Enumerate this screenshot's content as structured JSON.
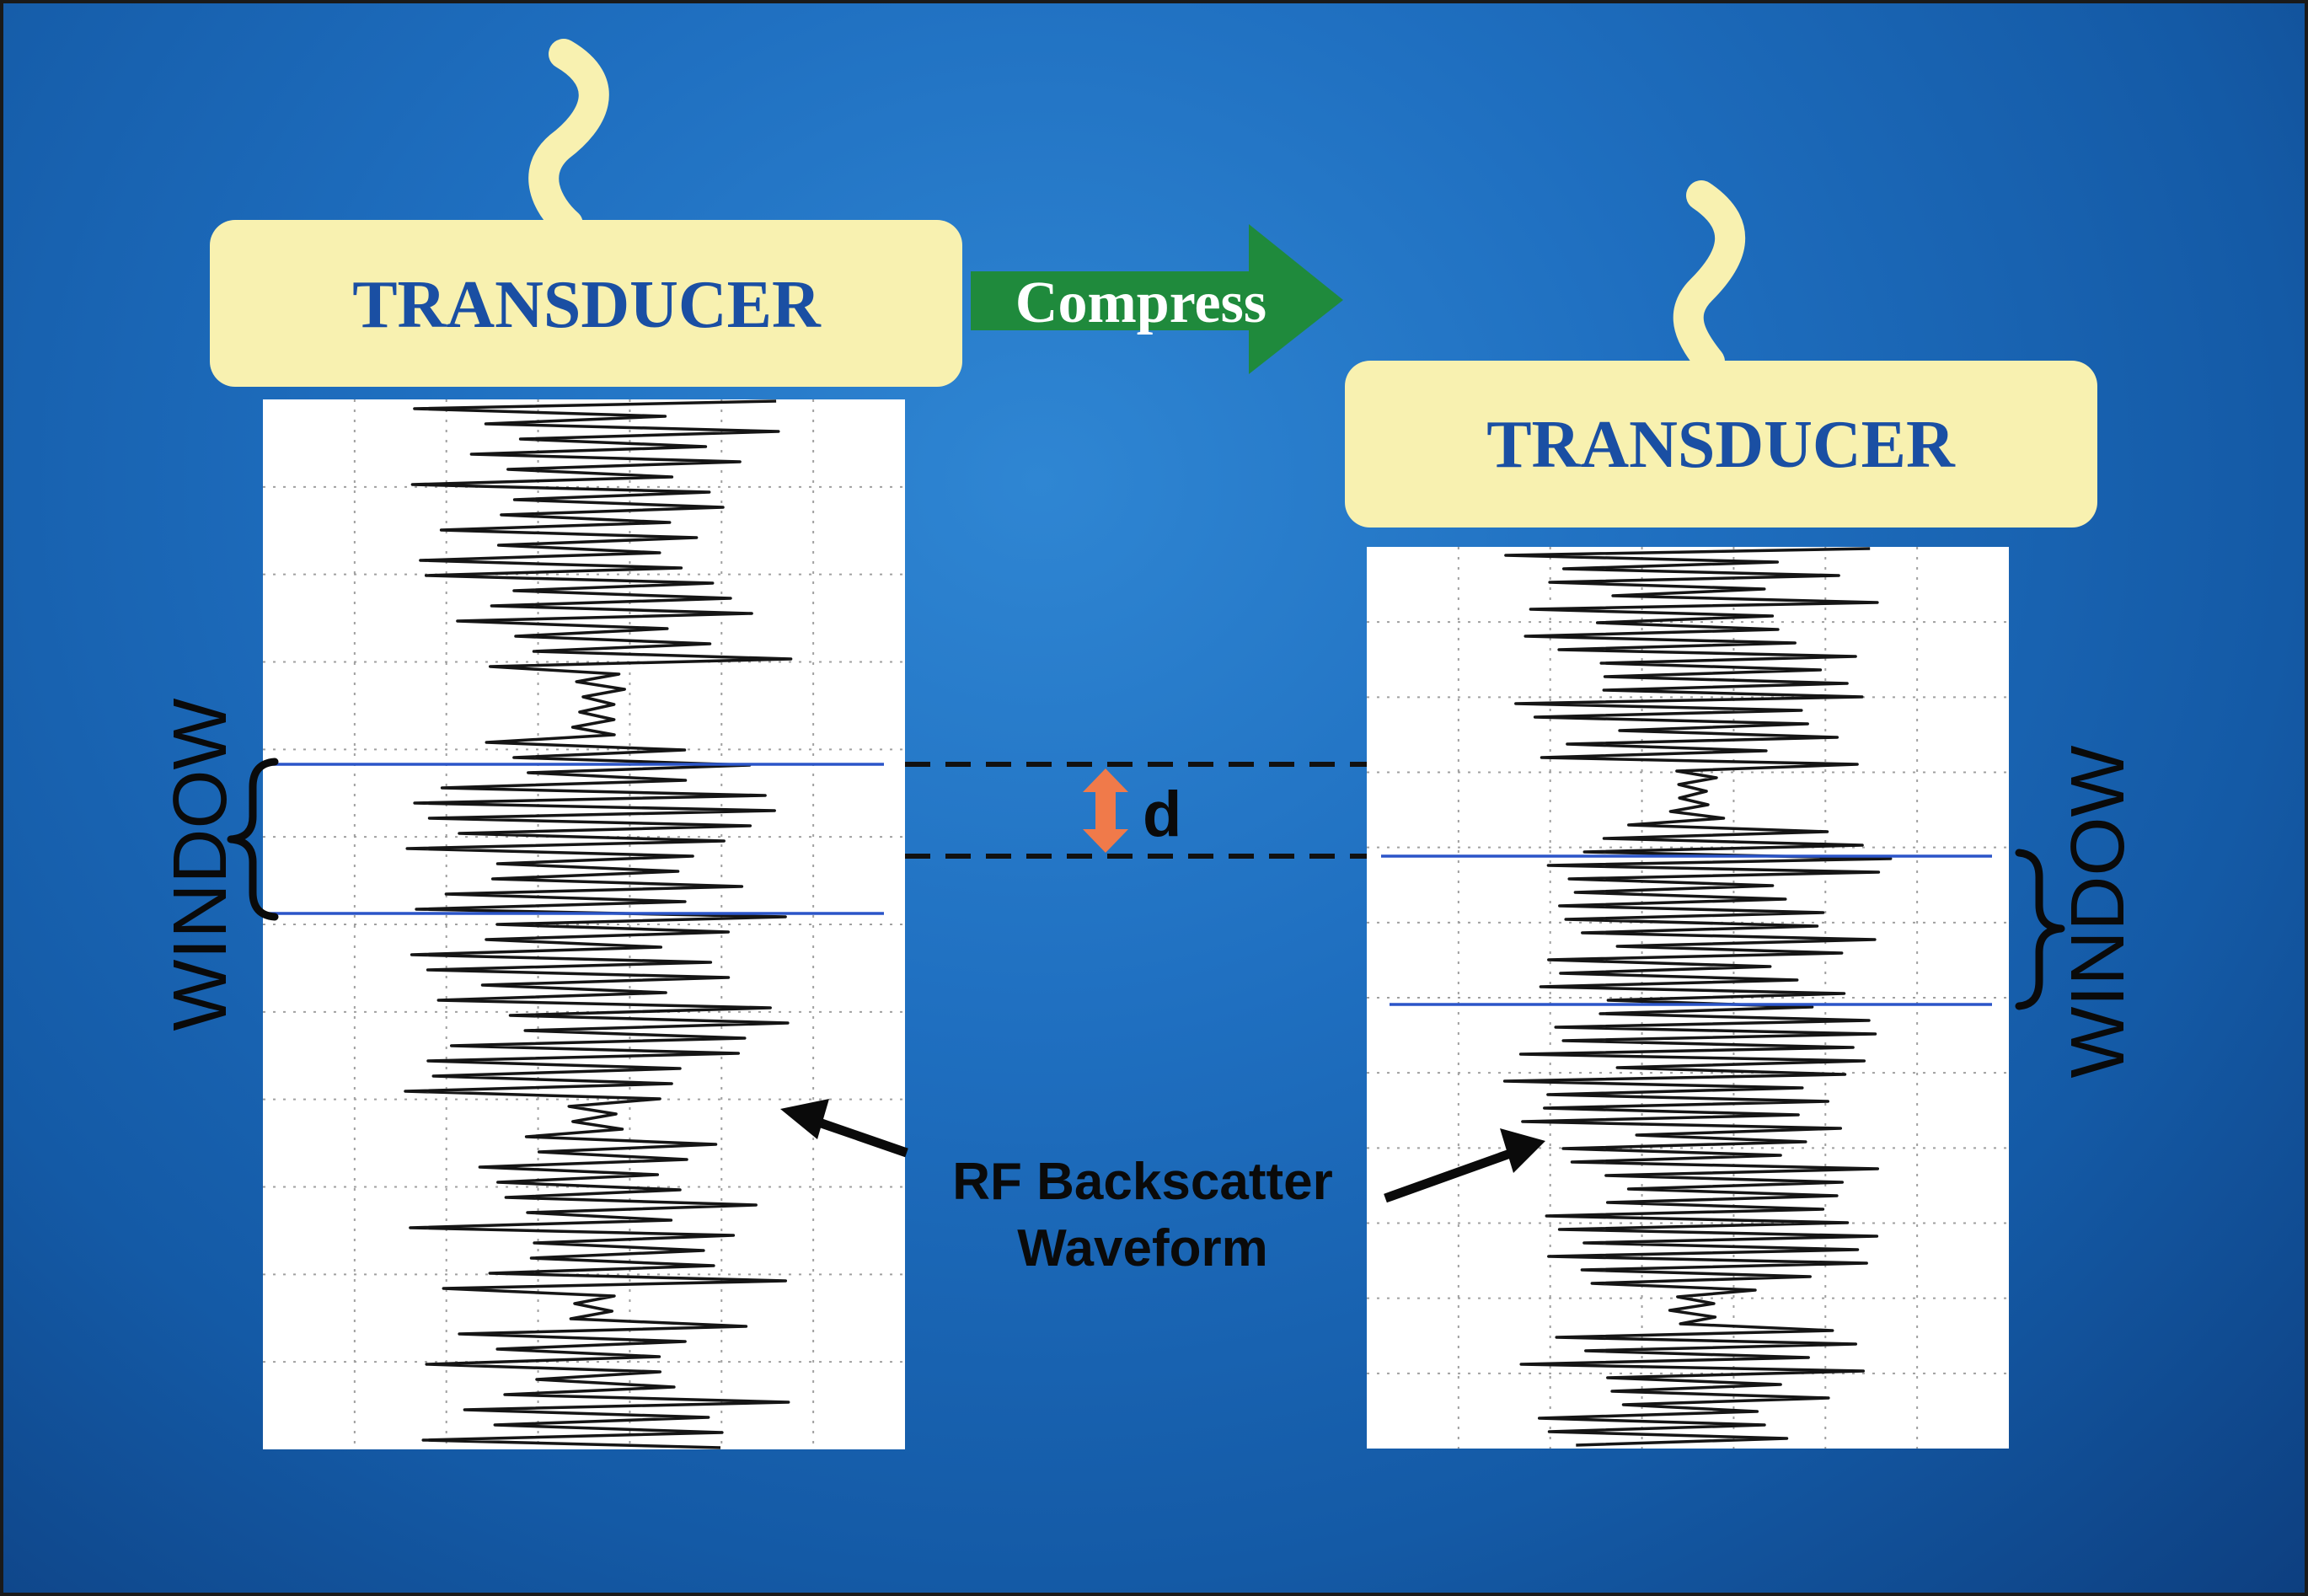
{
  "left_transducer": {
    "label": "TRANSDUCER"
  },
  "right_transducer": {
    "label": "TRANSDUCER"
  },
  "compress_arrow": {
    "label": "Compress"
  },
  "left_window": {
    "label": "WINDOW"
  },
  "right_window": {
    "label": "WINDOW"
  },
  "displacement": {
    "label": "d"
  },
  "waveform_annotation": {
    "line1": "RF Backscatter",
    "line2": "Waveform"
  },
  "colors": {
    "background": "#1f6fc0",
    "transducer_fill": "#f8f1b0",
    "transducer_text": "#1a4fa3",
    "cable": "#f8f1b0",
    "compress_arrow": "#1f8a3c",
    "window_lines": "#2b55c8",
    "displacement_arrow": "#f07a4a"
  }
}
